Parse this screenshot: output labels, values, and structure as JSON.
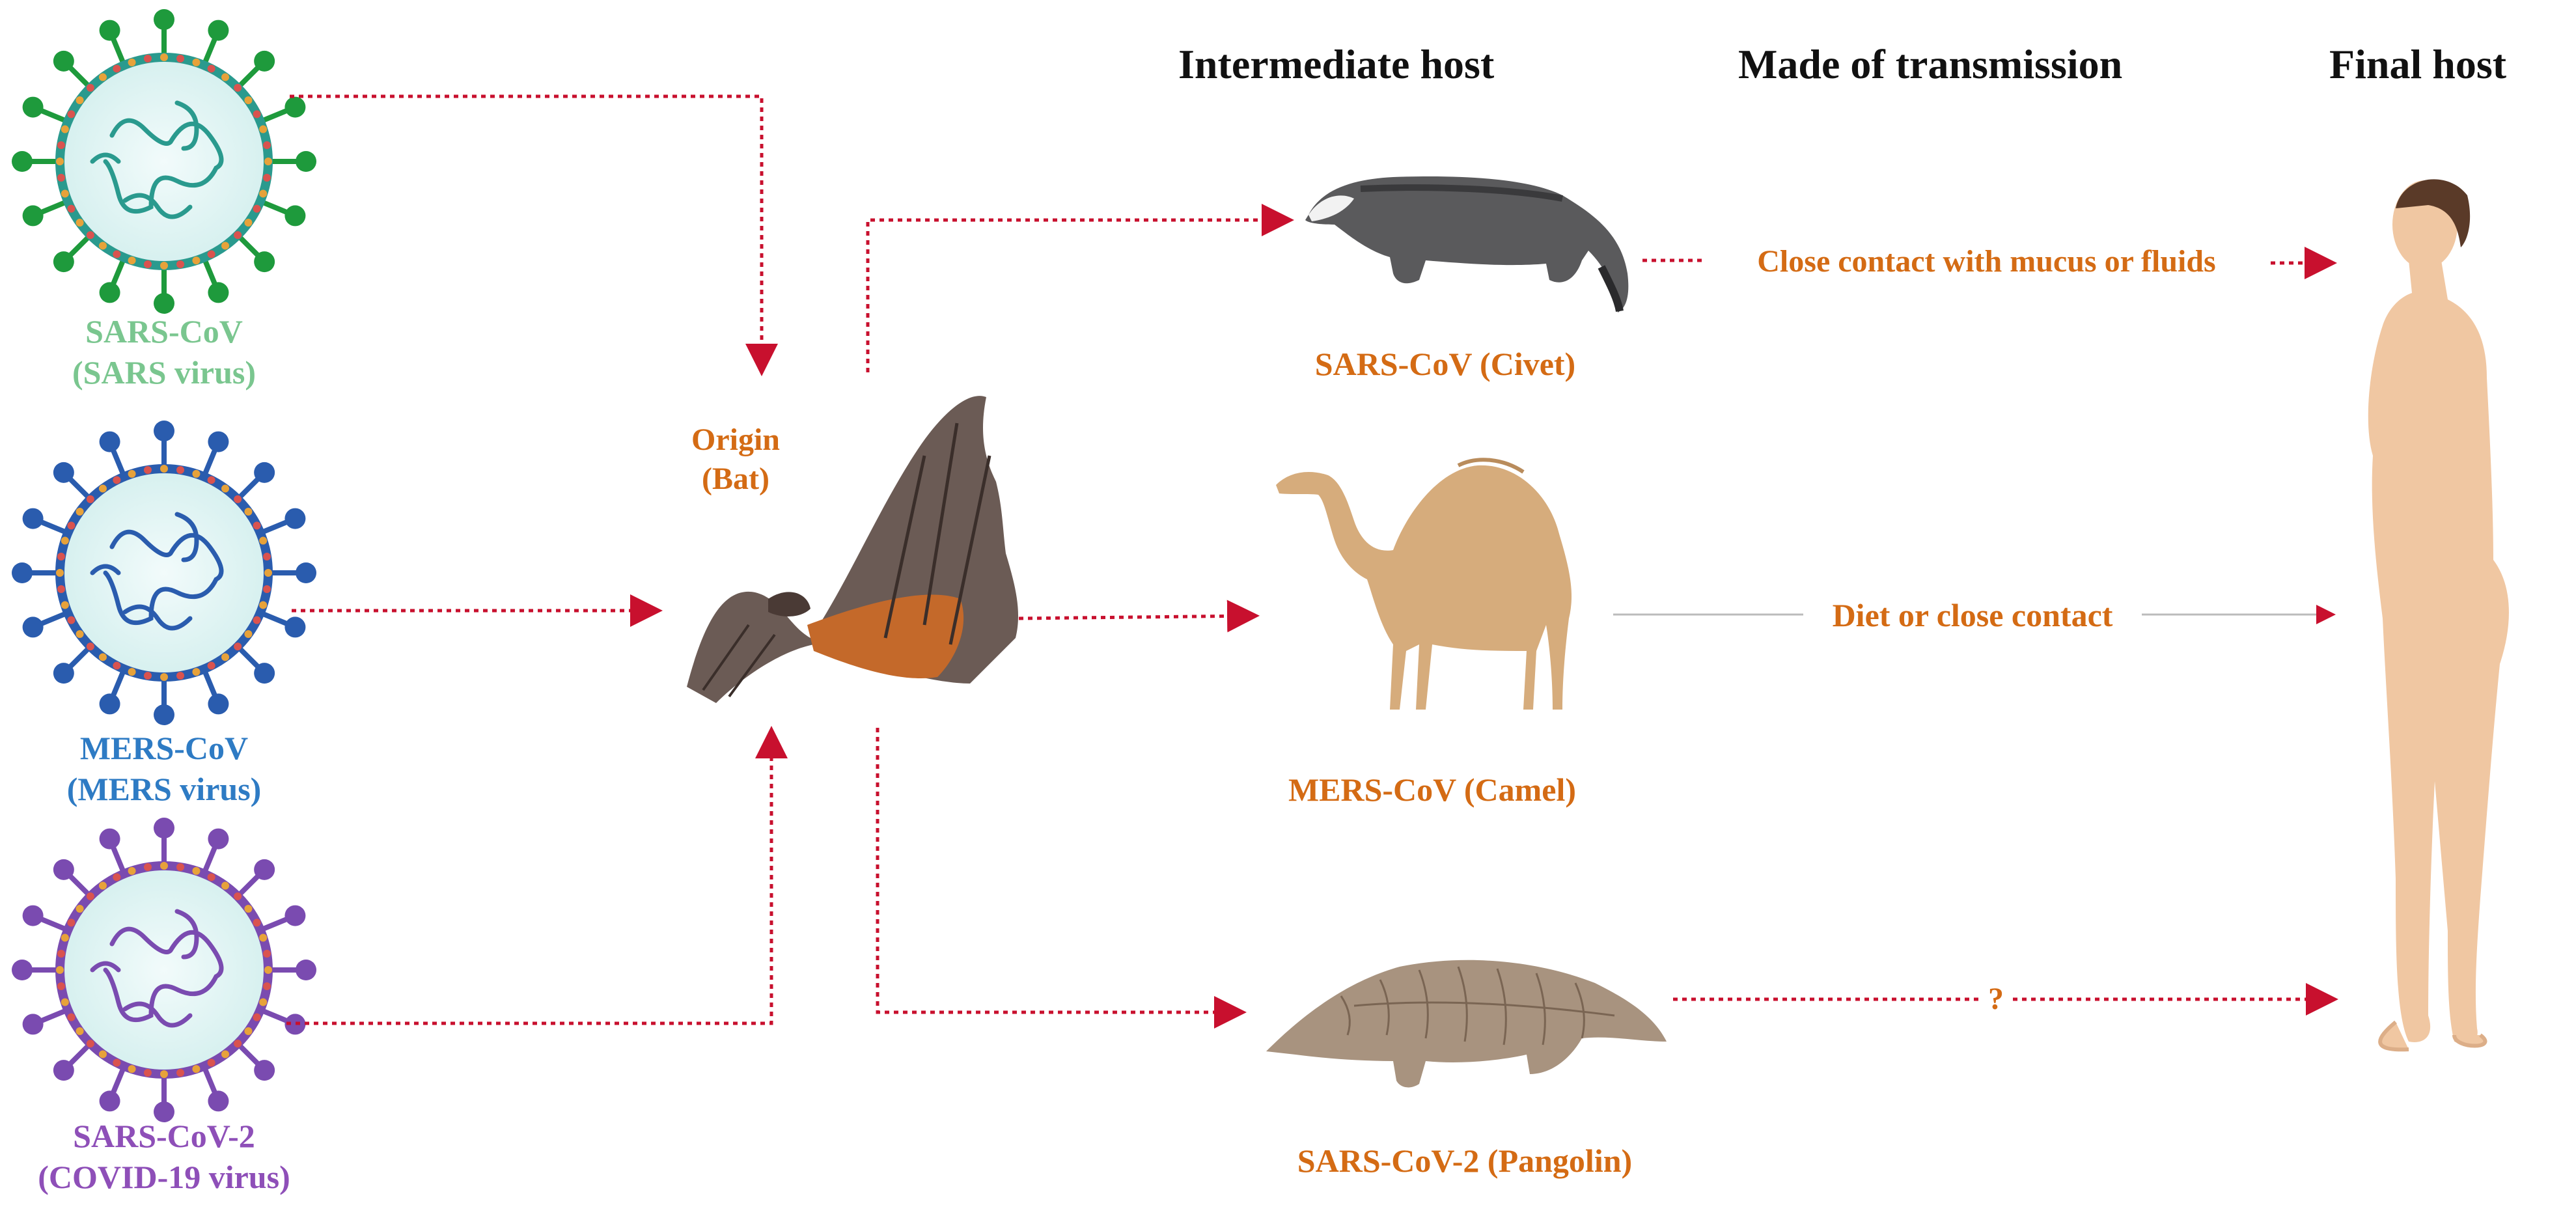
{
  "headers": {
    "intermediate": "Intermediate  host",
    "transmission": "Made of transmission",
    "final": "Final host"
  },
  "viruses": [
    {
      "line1": "SARS-CoV",
      "line2": "(SARS virus)",
      "color": "#7ac68f",
      "spike": "#1e9a3c",
      "ring": "#2a9a8e"
    },
    {
      "line1": "MERS-CoV",
      "line2": "(MERS virus)",
      "color": "#2e7bc4",
      "spike": "#2a5cae",
      "ring": "#2a5cae"
    },
    {
      "line1": "SARS-CoV-2",
      "line2": "(COVID-19 virus)",
      "color": "#8e4fb8",
      "spike": "#7a4bb0",
      "ring": "#7a4bb0"
    }
  ],
  "origin": {
    "line1": "Origin",
    "line2": "(Bat)"
  },
  "hosts": {
    "civet": "SARS-CoV (Civet)",
    "camel": "MERS-CoV (Camel)",
    "pangolin": "SARS-CoV-2 (Pangolin)"
  },
  "transmission": {
    "civet": "Close contact with mucus or fluids",
    "camel": "Diet or close contact",
    "pangolin": "?"
  },
  "colors": {
    "label_orange": "#d46b14",
    "arrow_red": "#c8102e",
    "header": "#111111"
  },
  "icons": [
    "virus-icon",
    "bat-icon",
    "civet-icon",
    "camel-icon",
    "pangolin-icon",
    "human-icon"
  ]
}
